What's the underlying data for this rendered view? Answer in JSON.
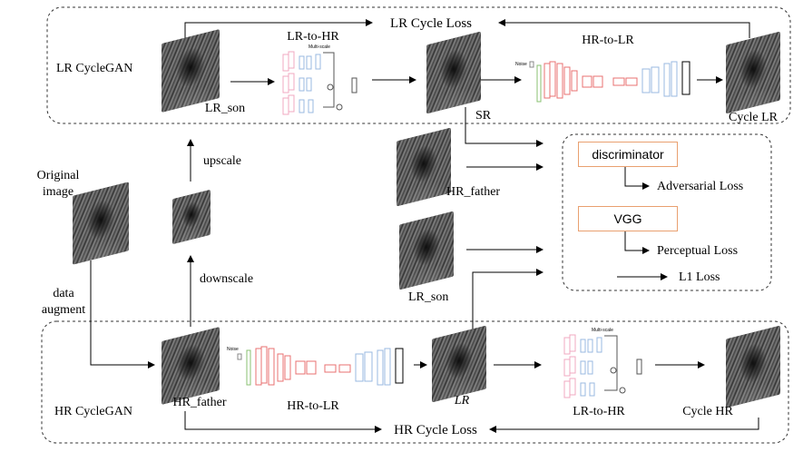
{
  "lr_cyclegan": {
    "name": "LR CycleGAN",
    "cycle_loss": "LR Cycle Loss",
    "input_label": "LR_son",
    "gen1": "LR-to-HR",
    "gen2": "HR-to-LR",
    "output_label": "Cycle LR",
    "sr_label": "SR"
  },
  "hr_cyclegan": {
    "name": "HR CycleGAN",
    "cycle_loss": "HR Cycle Loss",
    "input_label": "HR_father",
    "gen1": "HR-to-LR",
    "gen2": "LR-to-HR",
    "mid_label": "LR",
    "output_label": "Cycle HR"
  },
  "middle": {
    "original_image": [
      "Original",
      "image"
    ],
    "upscale": "upscale",
    "downscale": "downscale",
    "data_augment": [
      "data",
      "augment"
    ],
    "hr_father": "HR_father",
    "lr_son": "LR_son"
  },
  "loss_panel": {
    "discriminator": "discriminator",
    "adversarial": "Adversarial Loss",
    "vgg": "VGG",
    "perceptual": "Perceptual Loss",
    "l1": "L1 Loss"
  },
  "net_small_labels": {
    "multiscale": "Multi-scale",
    "noise": "Noise"
  },
  "colors": {
    "pink": "#f0a8c0",
    "red": "#e87070",
    "blue": "#9ab8e0",
    "green": "#88c070",
    "orange_border": "#e9a070"
  }
}
